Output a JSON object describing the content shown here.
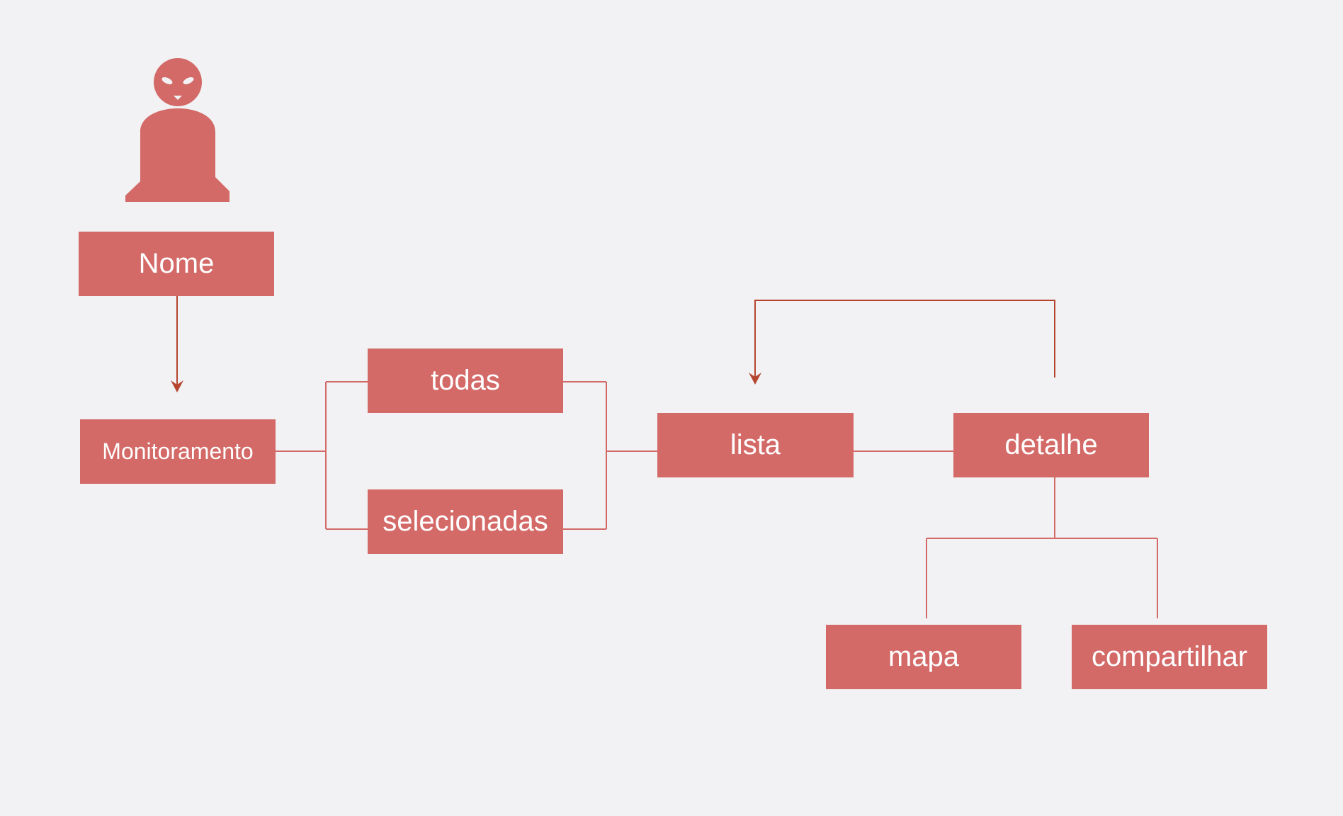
{
  "colors": {
    "background": "#f2f2f4",
    "box_fill": "#d36a67",
    "box_text": "#ffffff",
    "connector": "#d36a67",
    "arrow": "#b5452f"
  },
  "user_icon": "person-icon",
  "nodes": {
    "nome": "Nome",
    "monitoramento": "Monitoramento",
    "todas": "todas",
    "selecionadas": "selecionadas",
    "lista": "lista",
    "detalhe": "detalhe",
    "mapa": "mapa",
    "compartilhar": "compartilhar"
  },
  "edges": [
    {
      "from": "nome",
      "to": "monitoramento",
      "directed": true
    },
    {
      "from": "monitoramento",
      "to": "todas",
      "directed": false
    },
    {
      "from": "monitoramento",
      "to": "selecionadas",
      "directed": false
    },
    {
      "from": "todas",
      "to": "lista",
      "directed": false
    },
    {
      "from": "selecionadas",
      "to": "lista",
      "directed": false
    },
    {
      "from": "lista",
      "to": "detalhe",
      "directed": false
    },
    {
      "from": "detalhe",
      "to": "lista",
      "directed": true
    },
    {
      "from": "detalhe",
      "to": "mapa",
      "directed": false
    },
    {
      "from": "detalhe",
      "to": "compartilhar",
      "directed": false
    }
  ]
}
